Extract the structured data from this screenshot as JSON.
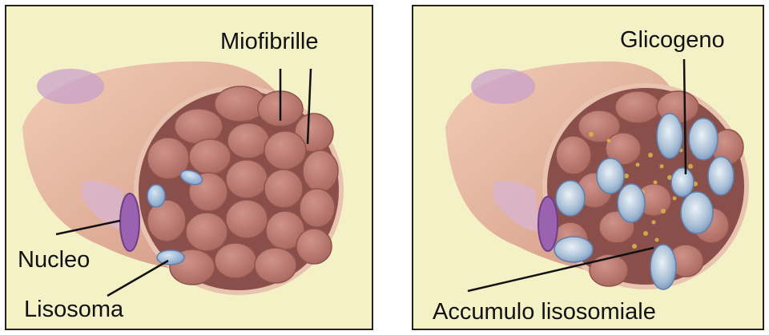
{
  "panels": [
    {
      "labels": {
        "myofibrils": "Miofibrille",
        "nucleus": "Nucleo",
        "lysosome": "Lisosoma"
      }
    },
    {
      "labels": {
        "glycogen": "Glicogeno",
        "accumulation": "Accumulo lisosomiale"
      }
    }
  ],
  "colors": {
    "background": "#f5f1c6",
    "fiber": "#d6a090",
    "myofibril": "#b97a72",
    "nucleus": "#9a62b0",
    "lysosome": "#9fb9d8",
    "glycogen": "#d7b24a"
  }
}
